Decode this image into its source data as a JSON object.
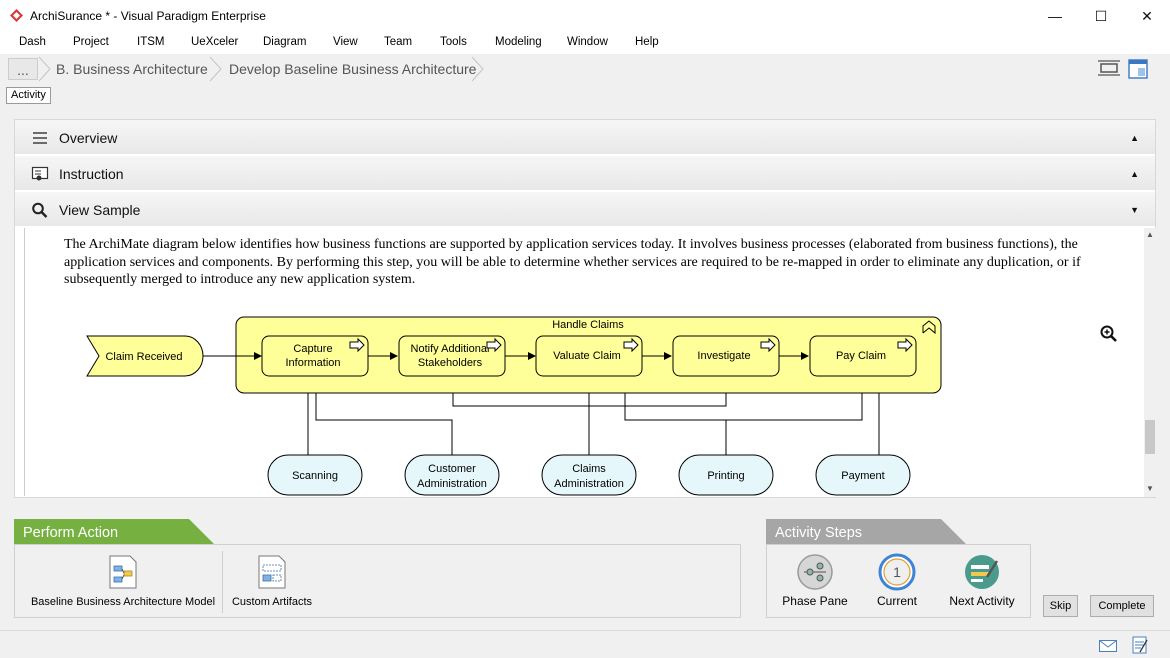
{
  "window": {
    "title": "ArchiSurance * - Visual Paradigm Enterprise",
    "minimize": "—",
    "maximize": "☐",
    "close": "✕"
  },
  "menu": [
    "Dash",
    "Project",
    "ITSM",
    "UeXceler",
    "Diagram",
    "View",
    "Team",
    "Tools",
    "Modeling",
    "Window",
    "Help"
  ],
  "breadcrumb": {
    "more": "...",
    "items": [
      "B. Business Architecture",
      "Develop Baseline Business Architecture"
    ]
  },
  "tab": "Activity",
  "accordion": {
    "overview": "Overview",
    "instruction": "Instruction",
    "view_sample": "View Sample"
  },
  "description": "The ArchiMate diagram below identifies how business functions are supported by application services today. It involves business processes (elaborated from business functions), the application services and components. By performing this step, you will be able to determine whether services are required to be re-mapped in order to eliminate any duplication, or if subsequently merged to introduce any new application system.",
  "diagram": {
    "container": "Handle Claims",
    "event": "Claim Received",
    "processes": [
      {
        "line1": "Capture",
        "line2": "Information"
      },
      {
        "line1": "Notify Additional",
        "line2": "Stakeholders"
      },
      {
        "line1": "Valuate Claim",
        "line2": ""
      },
      {
        "line1": "Investigate",
        "line2": ""
      },
      {
        "line1": "Pay Claim",
        "line2": ""
      }
    ],
    "services": [
      {
        "line1": "Scanning",
        "line2": ""
      },
      {
        "line1": "Customer",
        "line2": "Administration"
      },
      {
        "line1": "Claims",
        "line2": "Administration"
      },
      {
        "line1": "Printing",
        "line2": ""
      },
      {
        "line1": "Payment",
        "line2": ""
      }
    ],
    "colors": {
      "container": "#ffff99",
      "process": "#ffff99",
      "service": "#e6f7fb"
    }
  },
  "perform_action": {
    "header": "Perform Action",
    "items": [
      "Baseline Business Architecture Model",
      "Custom Artifacts"
    ],
    "color": "#76b041"
  },
  "activity_steps": {
    "header": "Activity Steps",
    "items": [
      "Phase Pane",
      "Current",
      "Next Activity"
    ],
    "current_number": "1",
    "color": "#a6a6a6"
  },
  "buttons": {
    "skip": "Skip",
    "complete": "Complete"
  }
}
